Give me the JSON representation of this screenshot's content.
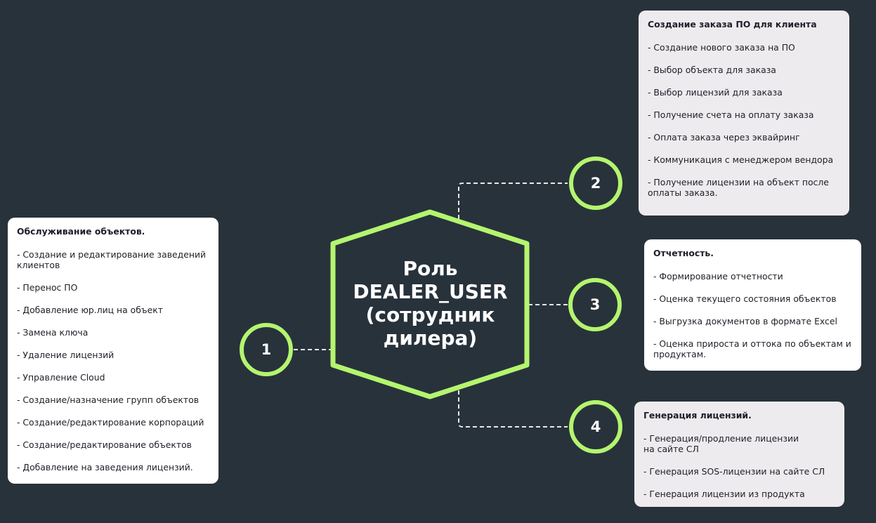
{
  "center": {
    "lines": [
      "Роль",
      "DEALER_USER",
      "(сотрудник",
      "дилера)"
    ]
  },
  "colors": {
    "background": "#28323b",
    "accent": "#b4f56e"
  },
  "nodes": [
    {
      "number": "1",
      "title": "Обслуживание объектов.",
      "items": [
        "- Создание и редактирование заведений клиентов",
        "- Перенос ПО",
        "- Добавление юр.лиц на объект",
        "- Замена ключа",
        "- Удаление лицензий",
        "- Управление Cloud",
        "- Создание/назначение групп объектов",
        "- Создание/редактирование корпораций",
        "- Создание/редактирование объектов",
        "- Добавление на заведения лицензий."
      ]
    },
    {
      "number": "2",
      "title": "Создание заказа ПО для клиента",
      "items": [
        "- Создание нового заказа на ПО",
        "- Выбор объекта для заказа",
        "- Выбор лицензий для заказа",
        "- Получение счета на оплату заказа",
        "- Оплата заказа через эквайринг",
        "- Коммуникация с менеджером вендора",
        "- Получение лицензии на объект после оплаты заказа."
      ]
    },
    {
      "number": "3",
      "title": "Отчетность.",
      "items": [
        "- Формирование отчетности",
        "- Оценка текущего состояния объектов",
        "- Выгрузка документов в формате Excel",
        "- Оценка прироста и оттока по объектам и продуктам."
      ]
    },
    {
      "number": "4",
      "title": "Генерация лицензий.",
      "items": [
        "- Генерация/продление лицензии на сайте СЛ",
        "- Генерация SOS-лицензии на сайте СЛ",
        "- Генерация лицензии из продукта"
      ]
    }
  ]
}
